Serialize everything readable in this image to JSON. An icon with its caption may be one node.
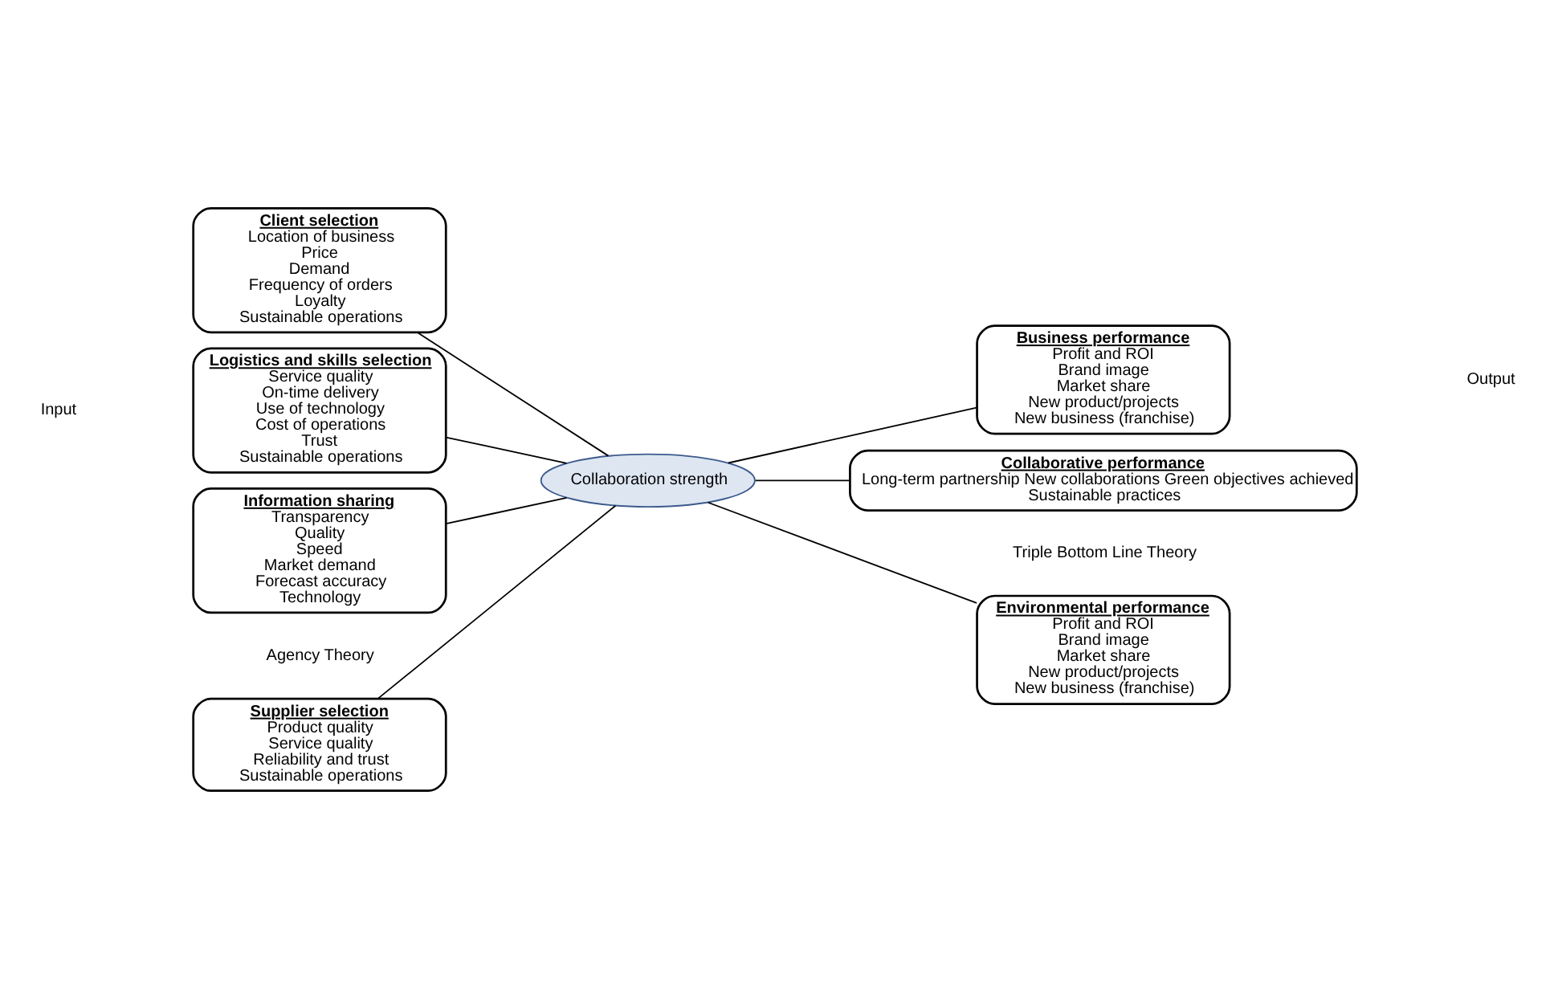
{
  "diagram": {
    "nodes": [
      {
        "text": [
          "Supplier selection",
          "Product quality",
          "Service quality",
          "Reliability and trust",
          "Sustainable operations"
        ]
      },
      {
        "text": [
          "Client selection",
          "Location of business",
          "Price",
          "Demand",
          "Frequency of orders",
          "Loyalty",
          "Sustainable operations"
        ]
      },
      {
        "text": [
          "Logistics and skills selection",
          "Service quality",
          "On-time delivery",
          "Use of technology",
          "Cost of operations",
          "Trust",
          "Sustainable operations"
        ]
      },
      {
        "text": [
          "Information sharing",
          "Transparency",
          "Quality",
          "Speed",
          "Market demand",
          "Forecast accuracy",
          "Technology"
        ]
      },
      {
        "text": [
          "Collaboration strength"
        ]
      },
      {
        "text": [
          "Environmental performance",
          "Profit and ROI",
          "Brand image",
          "Market share",
          "New product/projects",
          "New business (franchise)"
        ]
      },
      {
        "text": [
          "Business performance",
          "Profit and ROI",
          "Brand image",
          "Market share",
          "New product/projects",
          "New business (franchise)"
        ]
      },
      {
        "text": [
          "Collaborative performance",
          "Long-term partnership New collaborations Green objectives achieved",
          "Sustainable practices"
        ]
      }
    ],
    "edges": [
      {
        "from": 0,
        "to": 4,
        "arrow": "none"
      },
      {
        "from": 1,
        "to": 4,
        "arrow": "none"
      },
      {
        "from": 2,
        "to": 4,
        "arrow": "none"
      },
      {
        "from": 3,
        "to": 4,
        "arrow": "none"
      },
      {
        "from": 4,
        "to": 5,
        "arrow": "none"
      },
      {
        "from": 4,
        "to": 6,
        "arrow": "none"
      },
      {
        "from": 4,
        "to": 7,
        "arrow": "none"
      }
    ],
    "labels": [
      "Agency Theory",
      "Triple Bottom Line Theory",
      "Input",
      "Output"
    ]
  }
}
